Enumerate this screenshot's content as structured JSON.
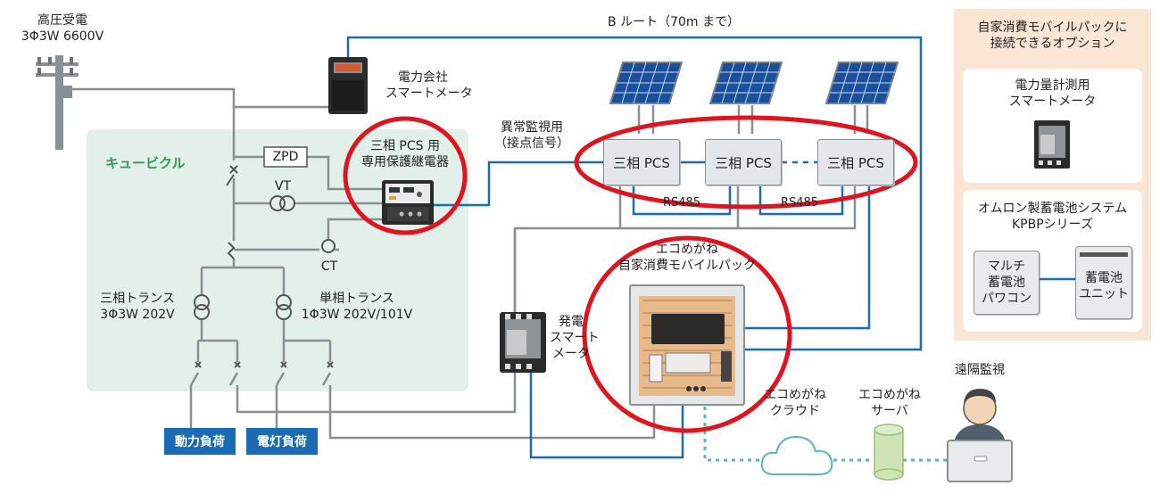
{
  "top": {
    "supply_line1": "高圧受電",
    "supply_line2": "3Φ3W 6600V",
    "route_label": "B ルート（70m まで）",
    "meter_line1": "電力会社",
    "meter_line2": "スマートメータ"
  },
  "cubicle": {
    "title": "キュービクル",
    "zpd": "ZPD",
    "vt": "VT",
    "ct": "CT",
    "trans3_line1": "三相トランス",
    "trans3_line2": "3Φ3W 202V",
    "trans1_line1": "単相トランス",
    "trans1_line2": "1Φ3W 202V/101V"
  },
  "relay": {
    "line1": "三相 PCS 用",
    "line2": "専用保護継電器"
  },
  "monitor": {
    "line1": "異常監視用",
    "line2": "（接点信号）"
  },
  "pcs": {
    "unit1": "三相 PCS",
    "unit2": "三相 PCS",
    "unit3": "三相 PCS",
    "rs485_a": "RS485",
    "rs485_b": "RS485"
  },
  "ecomegane": {
    "line1": "エコめがね",
    "line2": "自家消費モバイルパック"
  },
  "gen_meter": {
    "line1": "発電",
    "line2": "スマート",
    "line3": "メータ"
  },
  "loads": {
    "power": "動力負荷",
    "light": "電灯負荷"
  },
  "cloud": {
    "line1": "エコめがね",
    "line2": "クラウド"
  },
  "server": {
    "line1": "エコめがね",
    "line2": "サーバ"
  },
  "remote": {
    "label": "遠隔監視"
  },
  "options": {
    "title_line1": "自家消費モバイルパックに",
    "title_line2": "接続できるオプション",
    "card1_line1": "電力量計測用",
    "card1_line2": "スマートメータ",
    "card2_line1": "オムロン製蓄電池システム",
    "card2_line2": "KPBPシリーズ",
    "pcon_line1": "マルチ",
    "pcon_line2": "蓄電池",
    "pcon_line3": "パワコン",
    "unit_line1": "蓄電池",
    "unit_line2": "ユニット"
  },
  "colors": {
    "blue_line": "#1a6bb3",
    "gray_line": "#8a8f94",
    "cubicle_bg": "#e3efe9",
    "cubicle_title": "#2e9a53",
    "highlight": "#e0141e",
    "options_bg": "#fbe6d5",
    "dotted_link": "#5ab7b8"
  }
}
